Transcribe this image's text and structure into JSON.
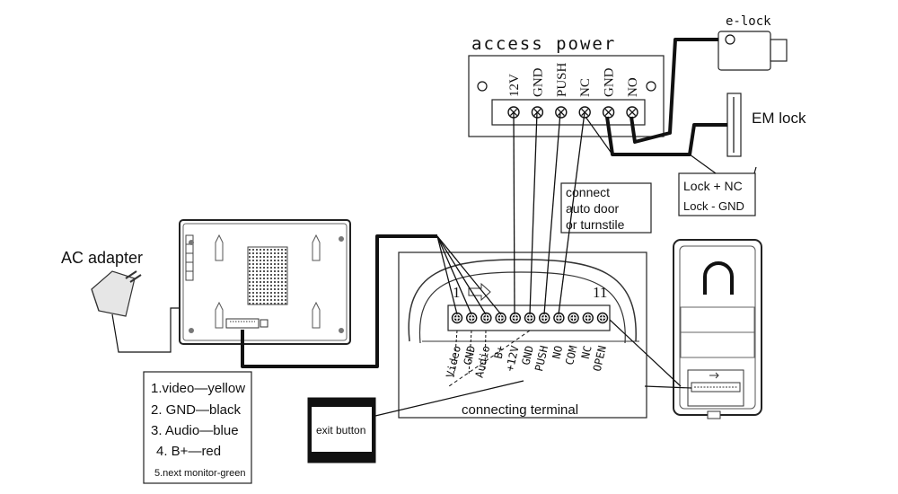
{
  "access_power": {
    "title": "access power",
    "terminals": [
      "12V",
      "GND",
      "PUSH",
      "NC",
      "GND",
      "NO"
    ]
  },
  "e_lock": {
    "label": "e-lock"
  },
  "em_lock": {
    "label": "EM lock"
  },
  "lock_notes": {
    "line1": "Lock + NC",
    "line2": "Lock - GND"
  },
  "connect_note": {
    "line1": "connect",
    "line2": "auto door",
    "line3": "or turnstile"
  },
  "ac_adapter": {
    "label": "AC adapter"
  },
  "terminal_block": {
    "label": "connecting terminal",
    "start_num": "1",
    "end_num": "11",
    "pins": [
      "Video",
      "GND",
      "Audio",
      "B+",
      "+12V",
      "GND",
      "PUSH",
      "NO",
      "COM",
      "NC",
      "OPEN"
    ]
  },
  "exit_button": {
    "label": "exit button"
  },
  "wire_legend": {
    "items": [
      "1.video—yellow",
      "2. GND—black",
      "3. Audio—blue",
      "4. B+—red",
      "5.next monitor-green"
    ]
  }
}
